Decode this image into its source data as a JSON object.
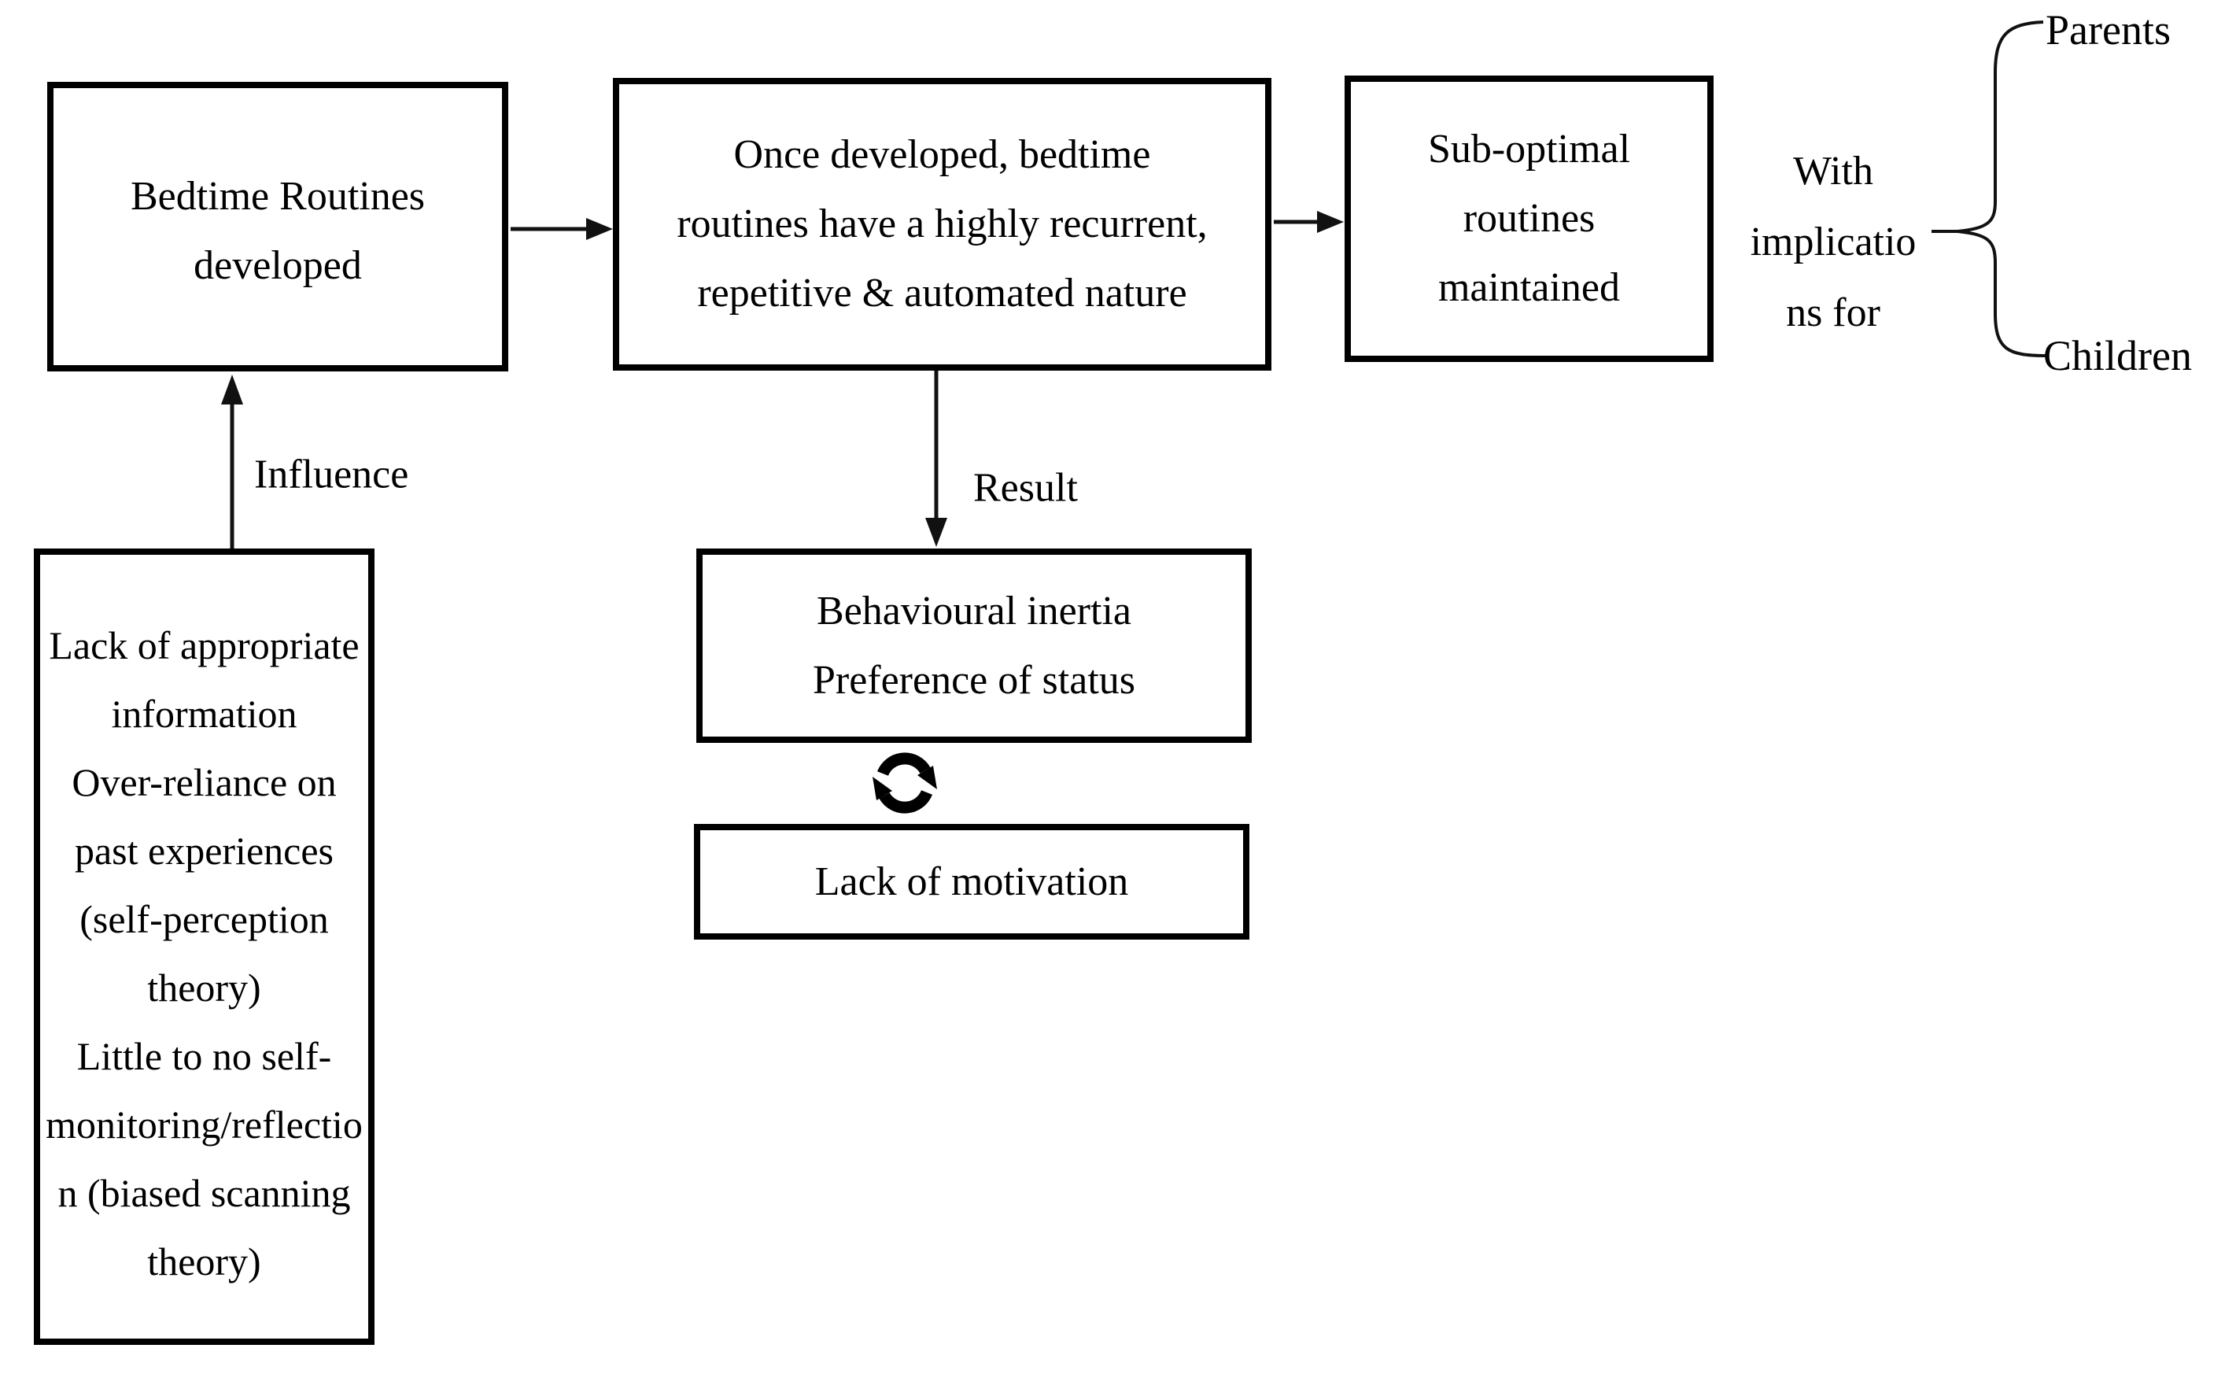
{
  "diagram": {
    "colors": {
      "ink": "#000000",
      "background": "#ffffff"
    },
    "boxes": {
      "bedtime_routines": {
        "lines": [
          "Bedtime Routines",
          "developed"
        ]
      },
      "recurrent_nature": {
        "lines": [
          "Once developed, bedtime",
          "routines have a highly recurrent,",
          "repetitive & automated nature"
        ]
      },
      "suboptimal_routines": {
        "lines": [
          "Sub-optimal",
          "routines",
          "maintained"
        ]
      },
      "behavioural_inertia": {
        "lines": [
          "Behavioural inertia",
          "Preference of status"
        ]
      },
      "lack_of_motivation": {
        "lines": [
          "Lack of motivation"
        ]
      },
      "contributing_factors": {
        "lines": [
          "Lack of appropriate",
          "information",
          "Over-reliance on",
          "past experiences",
          "(self-perception",
          "theory)",
          "Little to no self-",
          "monitoring/reflectio",
          "n (biased scanning",
          "theory)"
        ]
      }
    },
    "labels": {
      "influence": "Influence",
      "result": "Result",
      "implications": {
        "lines": [
          "With",
          "implicatio",
          "ns for"
        ]
      },
      "parents": "Parents",
      "children": "Children"
    },
    "icons": {
      "cycle": "cycle-arrows"
    }
  }
}
